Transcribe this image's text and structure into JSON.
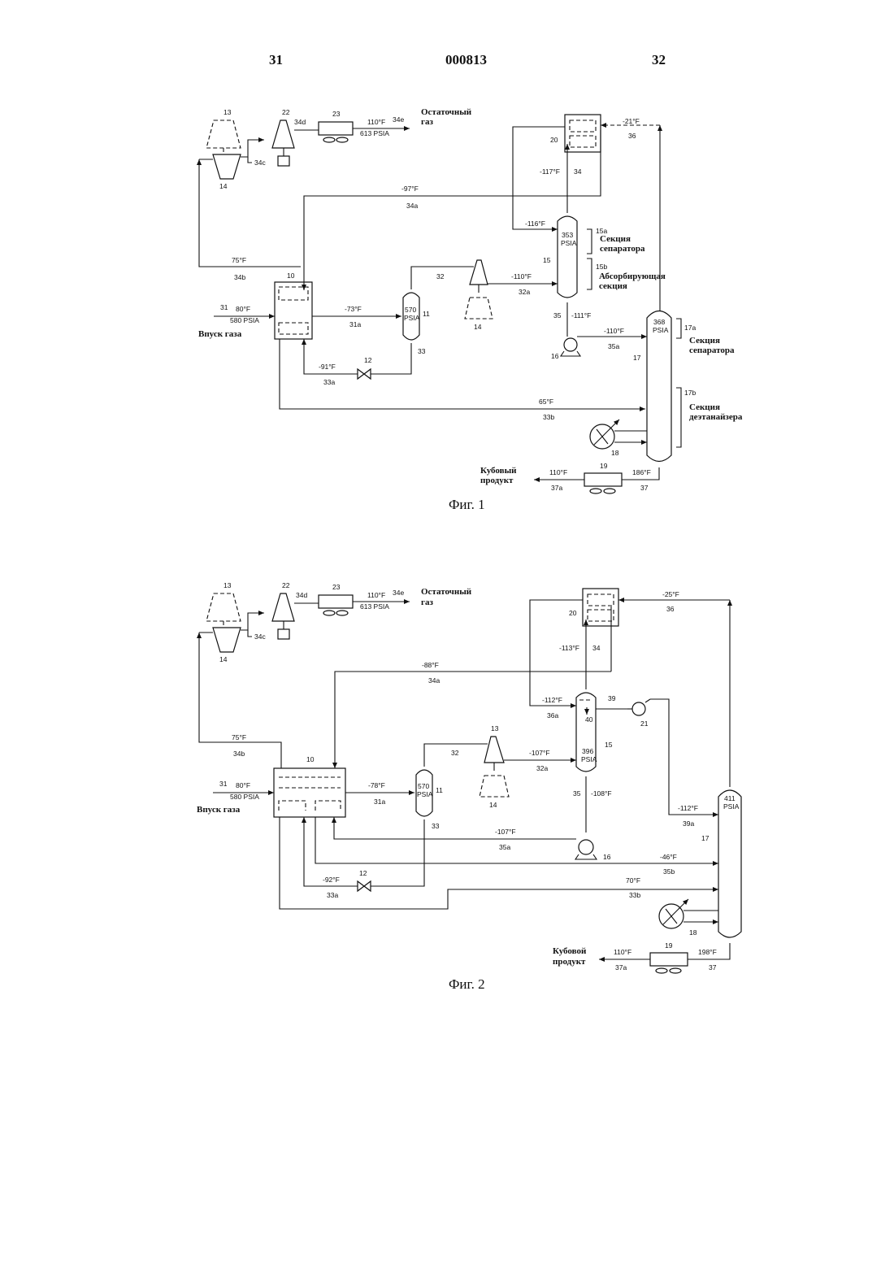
{
  "header": {
    "left": "31",
    "center": "000813",
    "right": "32"
  },
  "fig1": {
    "caption": "Фиг. 1",
    "labels": {
      "residue_gas_1": "Остаточный",
      "residue_gas_2": "газ",
      "gas_inlet": "Впуск газа",
      "separator_section_1": "Секция",
      "separator_section_2": "сепаратора",
      "absorber_section_1": "Абсорбирующая",
      "absorber_section_2": "секция",
      "col17_sep_1": "Секция",
      "col17_sep_2": "сепаратора",
      "deeth_1": "Секция",
      "deeth_2": "деэтанайзера",
      "bottoms_1": "Кубовый",
      "bottoms_2": "продукт"
    },
    "streams": {
      "s31": "31",
      "t31": "80°F",
      "p31": "580 PSIA",
      "t31a": "-73°F",
      "s31a": "31a",
      "s32": "32",
      "t32a": "-110°F",
      "s32a": "32a",
      "s33": "33",
      "t33a": "-91°F",
      "s33a": "33a",
      "t33b": "65°F",
      "s33b": "33b",
      "t34": "-117°F",
      "s34": "34",
      "t34a": "-97°F",
      "s34a": "34a",
      "t34b": "75°F",
      "s34b": "34b",
      "s34c": "34c",
      "s34d": "34d",
      "s34e": "34e",
      "t34e": "110°F",
      "p34e": "613 PSIA",
      "s35": "35",
      "t35": "-111°F",
      "t35a": "-110°F",
      "s35a": "35a",
      "t36": "-21°F",
      "s36": "36",
      "t36in": "-116°F",
      "t37": "186°F",
      "s37": "37",
      "t37a": "110°F",
      "s37a": "37a"
    },
    "equipment": {
      "e10": "10",
      "e11": "11",
      "e12": "12",
      "e13": "13",
      "e14": "14",
      "e14b": "14",
      "e15": "15",
      "e15a": "15a",
      "e15b": "15b",
      "e16": "16",
      "e17": "17",
      "e17a": "17a",
      "e17b": "17b",
      "e18": "18",
      "e19": "19",
      "e20": "20",
      "e22": "22",
      "e23": "23",
      "p11": "570",
      "p11u": "PSIA",
      "p15": "353",
      "p15u": "PSIA",
      "p17": "368",
      "p17u": "PSIA"
    }
  },
  "fig2": {
    "caption": "Фиг. 2",
    "labels": {
      "residue_gas_1": "Остаточный",
      "residue_gas_2": "газ",
      "gas_inlet": "Впуск газа",
      "bottoms_1": "Кубовой",
      "bottoms_2": "продукт"
    },
    "streams": {
      "s31": "31",
      "t31": "80°F",
      "p31": "580 PSIA",
      "t31a": "-78°F",
      "s31a": "31a",
      "s32": "32",
      "t32a": "-107°F",
      "s32a": "32a",
      "s33": "33",
      "t33a": "-92°F",
      "s33a": "33a",
      "t33b": "70°F",
      "s33b": "33b",
      "t34": "-113°F",
      "s34": "34",
      "t34a": "-88°F",
      "s34a": "34a",
      "t34b": "75°F",
      "s34b": "34b",
      "s34c": "34c",
      "s34d": "34d",
      "s34e": "34e",
      "t34e": "110°F",
      "p34e": "613 PSIA",
      "s35": "35",
      "t35": "-108°F",
      "t35a": "-107°F",
      "s35a": "35a",
      "t35b": "-46°F",
      "s35b": "35b",
      "t36": "-25°F",
      "s36": "36",
      "t36a": "-112°F",
      "s36a": "36a",
      "t37": "198°F",
      "s37": "37",
      "t37a": "110°F",
      "s37a": "37a",
      "s39": "39",
      "t39a": "-112°F",
      "s39a": "39a",
      "s40": "40"
    },
    "equipment": {
      "e10": "10",
      "e11": "11",
      "e12": "12",
      "e13": "13",
      "e13b": "13",
      "e14": "14",
      "e14b": "14",
      "e15": "15",
      "e16": "16",
      "e17": "17",
      "e18": "18",
      "e19": "19",
      "e20": "20",
      "e21": "21",
      "e22": "22",
      "e23": "23",
      "p11": "570",
      "p11u": "PSIA",
      "p15": "396",
      "p15u": "PSIA",
      "p17": "411",
      "p17u": "PSIA"
    }
  }
}
